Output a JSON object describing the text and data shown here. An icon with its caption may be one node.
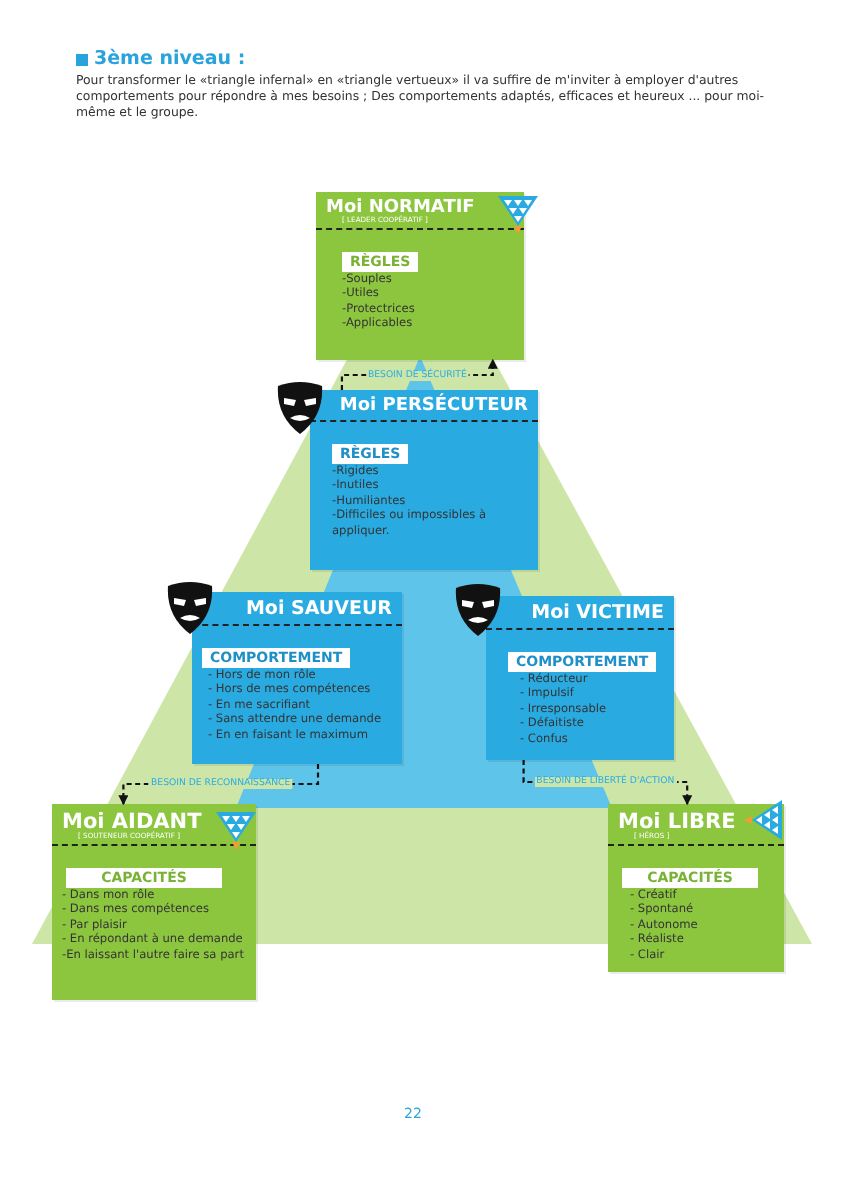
{
  "diagram": {
    "title": "3ème niveau :",
    "nodes": [
      {
        "text": [
          "Moi NORMATIF",
          "[ LEADER COOPÉRATIF ]",
          "RÈGLES",
          "-Souples",
          "-Utiles",
          "-Protectrices",
          "-Applicables"
        ]
      },
      {
        "text": [
          "Moi PERSÉCUTEUR",
          "RÈGLES",
          "-Rigides",
          "-Inutiles",
          "-Humiliantes",
          "-Difficiles ou impossibles à appliquer."
        ]
      },
      {
        "text": [
          "Moi SAUVEUR",
          "COMPORTEMENT",
          "- Hors de mon rôle",
          "- Hors de mes compétences",
          "- En me sacrifiant",
          "- Sans attendre une demande",
          "- En en faisant le maximum"
        ]
      },
      {
        "text": [
          "Moi VICTIME",
          "COMPORTEMENT",
          "- Réducteur",
          "- Impulsif",
          "- Irresponsable",
          "- Défaitiste",
          "- Confus"
        ]
      },
      {
        "text": [
          "Moi AIDANT",
          "[ SOUTENEUR COOPÉRATIF ]",
          "CAPACITÉS",
          "- Dans mon rôle",
          "- Dans mes compétences",
          "- Par plaisir",
          "- En répondant à une demande",
          "-En laissant l'autre faire sa part"
        ]
      },
      {
        "text": [
          "Moi LIBRE",
          "[ HÉROS ]",
          "CAPACITÉS",
          "- Créatif",
          "- Spontané",
          "- Autonome",
          "- Réaliste",
          "- Clair"
        ]
      }
    ],
    "edges": [
      {
        "from": 1,
        "to": 0,
        "arrow": "to",
        "label": "BESOIN DE SÉCURITÉ",
        "style": "dashed"
      },
      {
        "from": 2,
        "to": 4,
        "arrow": "to",
        "label": "BESOIN DE RECONNAISSANCE",
        "style": "dashed"
      },
      {
        "from": 3,
        "to": 5,
        "arrow": "to",
        "label": "BESOIN DE LIBERTÉ D'ACTION",
        "style": "dashed"
      }
    ],
    "labels": [
      "Pour transformer le «triangle infernal» en «triangle vertueux» il va suffire de m'inviter à employer d'autres comportements pour répondre à mes besoins ; Des comportements adaptés, efficaces et heureux ... pour moi-même et le groupe.",
      "22"
    ]
  }
}
